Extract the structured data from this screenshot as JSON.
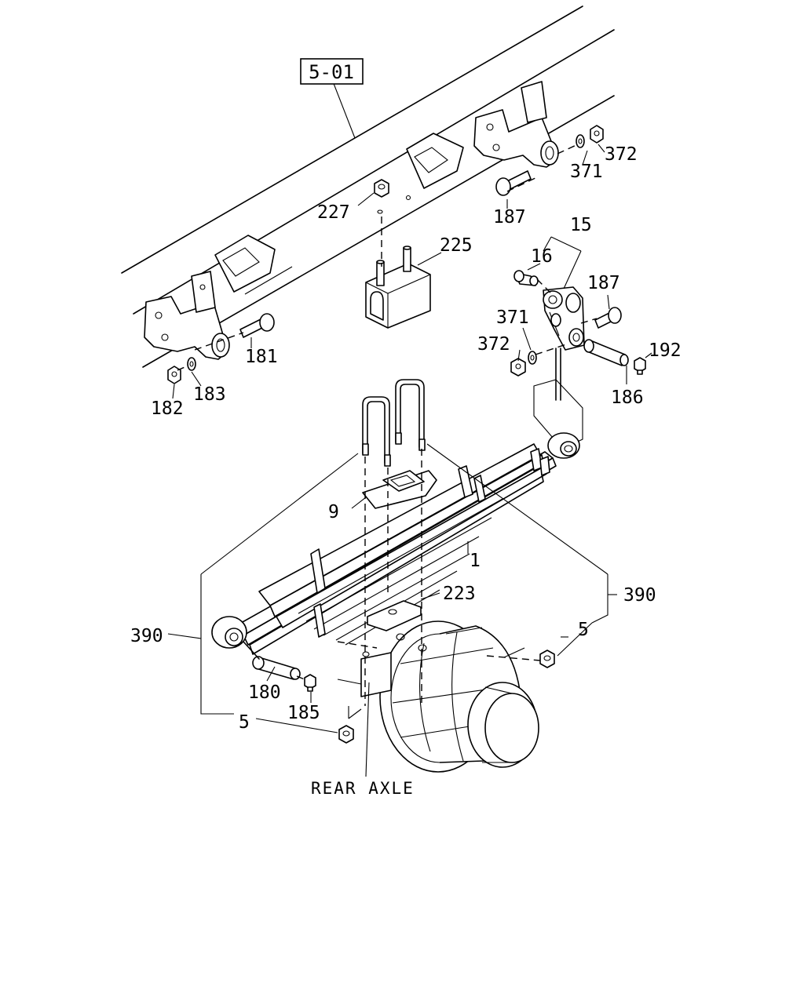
{
  "reference_box": "5-01",
  "caption": "REAR AXLE",
  "callouts": {
    "c1": "1",
    "c5a": "5",
    "c5b": "5",
    "c9": "9",
    "c15": "15",
    "c16": "16",
    "c180": "180",
    "c181": "181",
    "c182": "182",
    "c183": "183",
    "c185": "185",
    "c186": "186",
    "c187a": "187",
    "c187b": "187",
    "c192": "192",
    "c223": "223",
    "c225": "225",
    "c227": "227",
    "c371a": "371",
    "c371b": "371",
    "c372a": "372",
    "c372b": "372",
    "c390a": "390",
    "c390b": "390"
  }
}
